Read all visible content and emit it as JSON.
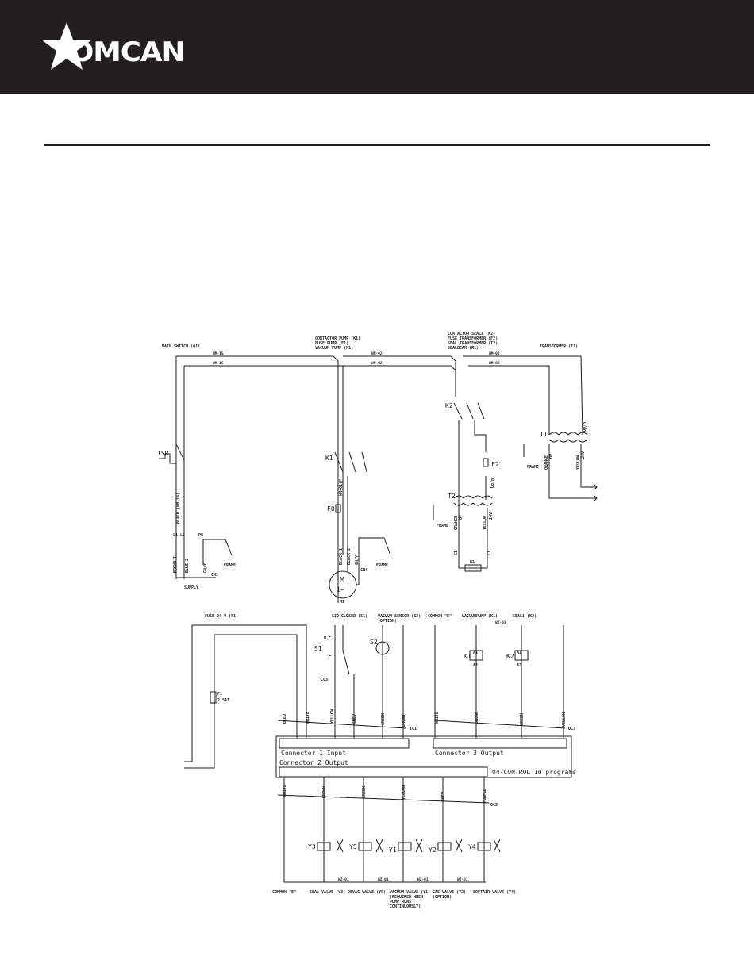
{
  "brand": {
    "name": "OMCAN",
    "color": "#231f20"
  },
  "top": {
    "main_switch": "MAIN SWITCH (Q1)",
    "contactor_pump": [
      "CONTACTOR PUMP (K1)",
      "FUSE PUMP (F1)",
      "VACUUM PUMP (M1)"
    ],
    "contactor_seal": [
      "CONTACTOR SEAL1 (K2)",
      "FUSE TRANSFORMER (F2)",
      "SEAL TRANSFORMER (T2)",
      "SEALBEAM (R1)"
    ],
    "transformer": "TRANSFORMER (T1)",
    "wm15": "WM-15",
    "wm02": "WM-02",
    "wm06": "WM-06",
    "wm01": "WM-01(F)",
    "tsr": "TSR",
    "k1": "K1",
    "k2": "K2",
    "f0": "F0",
    "f2": "F2",
    "t1": "T1",
    "t2": "T2",
    "m": "M",
    "m_sub": "1~",
    "m1": "M1",
    "r1": "R1",
    "supply": "SUPPLY",
    "frame": "FRAME",
    "cn1": "CN1",
    "cn4": "CN4",
    "black_wm16": "BLACK (WM-16)",
    "brown1": "BROWN 1",
    "blue2": "BLUE 2",
    "gy": "GN/Y",
    "black1": "BLACK 1",
    "black2": "BLACK 2",
    "orange": "ORANGE",
    "yellow": "YELLOW",
    "v0": "0V",
    "v24": "24V",
    "upfile": "Up/n",
    "c1": "C1",
    "l1l2": "L1 L2",
    "pe": "PE"
  },
  "bottom": {
    "fuse": "FUSE 24 V (F1)",
    "lid": "LID CLOSED (S1)",
    "vac_sensor": [
      "VACUUM SENSOR (S2)",
      "(OPTION)"
    ],
    "common_e": "COMMON \"E\"",
    "vacuumpump": "VACUUMPUMP (K1)",
    "seal1": "SEAL1 (K2)",
    "wz03": "WZ-03",
    "f1": "F1",
    "f1_rating": "2,5AT",
    "nc": "N.C.",
    "c": "C",
    "s1": "S1",
    "s2": "S2",
    "cc3": "CC3",
    "ic1": "IC1",
    "oc3": "OC3",
    "oc2": "OC2",
    "a1": "A1",
    "a2": "A2",
    "k1": "K1",
    "k2": "K2",
    "connector1": "Connector 1 Input",
    "connector3": "Connector 3 Output",
    "connector2": "Connector 2 Output",
    "control": "04-CONTROL 10 programs",
    "in_wires": [
      "BLEU",
      "WHITE",
      "YELLOW",
      "GREY",
      "GREEN",
      "BROWN"
    ],
    "out3_wires": [
      "WHITE",
      "BROWN",
      "GREEN",
      "YELLOW"
    ],
    "out2_wires": [
      "WHITE",
      "BROWN",
      "GREEN",
      "YELLOW",
      "GREY",
      "PURPLE"
    ],
    "valves": [
      "Y3",
      "Y5",
      "Y1",
      "Y2",
      "Y4"
    ],
    "wz01": "WZ-01",
    "captions": [
      "COMMON \"E\"",
      "SEAL VALVE (Y3)",
      "DEVAC VALVE (Y5)",
      [
        "VACUUM VALVE (Y1)",
        "(REQUIRED WHEN",
        "PUMP RUNS",
        "CONTINUOUSLY)"
      ],
      [
        "GAS VALVE (Y2)",
        "(OPTION)"
      ],
      "SOFTAIR VALVE (Y4)"
    ]
  }
}
